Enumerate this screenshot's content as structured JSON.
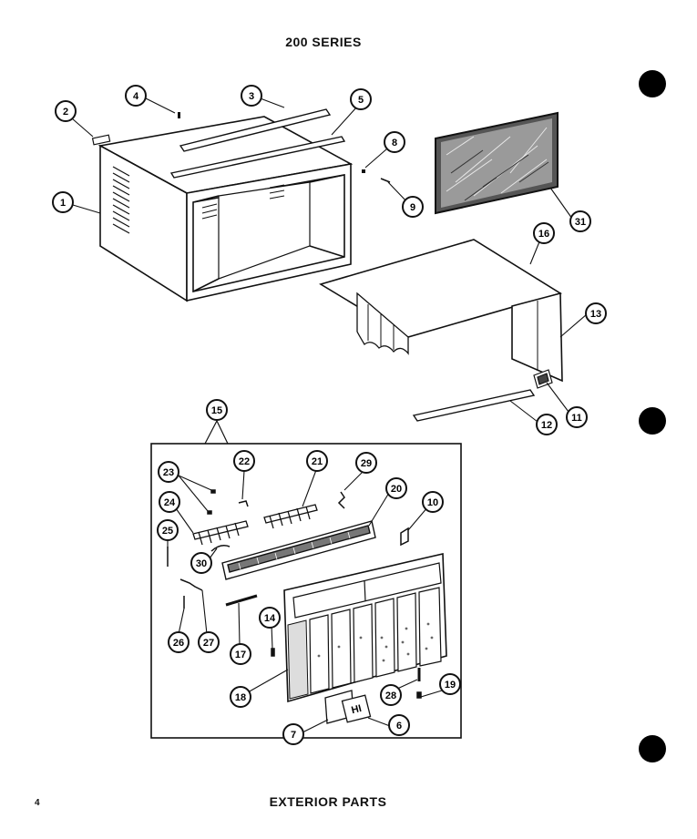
{
  "title": "200 SERIES",
  "footer": "EXTERIOR PARTS",
  "page_number": "4",
  "callouts": {
    "c1": "1",
    "c2": "2",
    "c3": "3",
    "c4": "4",
    "c5": "5",
    "c8a": "8",
    "c9": "9",
    "c31": "31",
    "c16a": "16",
    "c13": "13",
    "c11": "11",
    "c12": "12",
    "c15": "15",
    "c23": "23",
    "c22": "22",
    "c21": "21",
    "c29": "29",
    "c20": "20",
    "c24": "24",
    "c25": "25",
    "c30": "30",
    "c10": "10",
    "c14": "14",
    "c26": "26",
    "c27": "27",
    "c17": "17",
    "c18": "18",
    "c28": "28",
    "c19": "19",
    "c7": "7",
    "c6": "6"
  },
  "badge_text": "HI"
}
